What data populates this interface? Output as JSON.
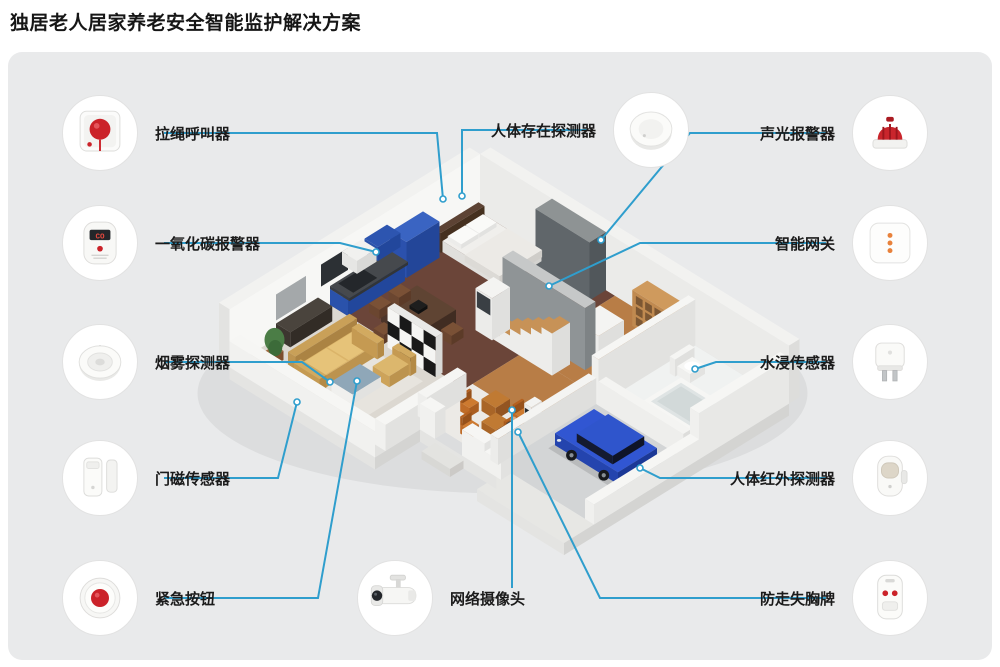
{
  "title": "独居老人居家养老安全智能监护解决方案",
  "panel_color": "#e9eaeb",
  "accent_color": "#2f9ecd",
  "devices": [
    {
      "id": "pull-cord-caller",
      "label": "拉绳呼叫器",
      "icon": "pull-cord-caller-icon"
    },
    {
      "id": "co-alarm",
      "label": "一氧化碳报警器",
      "icon": "co-alarm-icon"
    },
    {
      "id": "smoke-detector",
      "label": "烟雾探测器",
      "icon": "smoke-detector-icon"
    },
    {
      "id": "door-sensor",
      "label": "门磁传感器",
      "icon": "door-sensor-icon"
    },
    {
      "id": "emergency-button",
      "label": "紧急按钮",
      "icon": "emergency-button-icon"
    },
    {
      "id": "presence-detector",
      "label": "人体存在探测器",
      "icon": "presence-detector-icon"
    },
    {
      "id": "network-camera",
      "label": "网络摄像头",
      "icon": "network-camera-icon"
    },
    {
      "id": "sound-light-alarm",
      "label": "声光报警器",
      "icon": "sound-light-alarm-icon"
    },
    {
      "id": "smart-gateway",
      "label": "智能网关",
      "icon": "smart-gateway-icon"
    },
    {
      "id": "water-leak-sensor",
      "label": "水浸传感器",
      "icon": "water-leak-sensor-icon"
    },
    {
      "id": "pir-detector",
      "label": "人体红外探测器",
      "icon": "pir-detector-icon"
    },
    {
      "id": "anti-loss-badge",
      "label": "防走失胸牌",
      "icon": "anti-loss-badge-icon"
    }
  ]
}
